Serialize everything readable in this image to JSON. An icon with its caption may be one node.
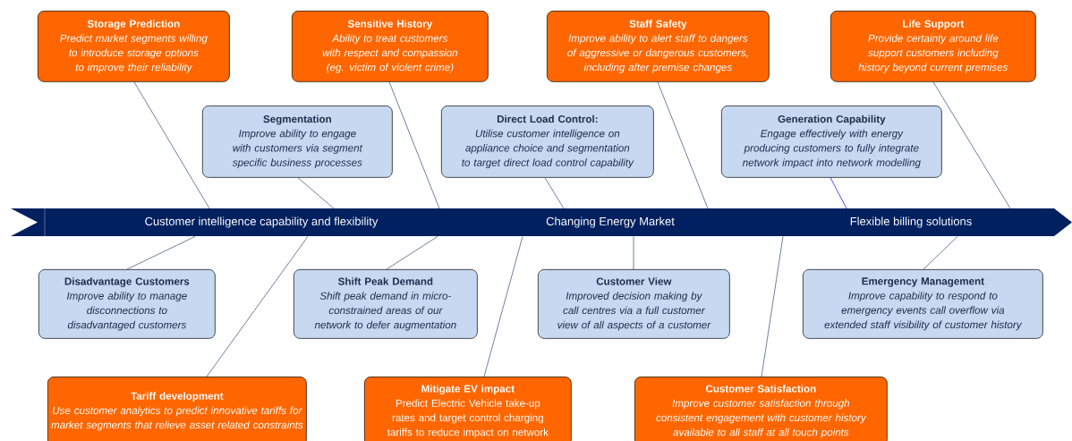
{
  "diagram": {
    "nodes": [
      {
        "text": [
          "Customer intelligence capability and flexibility",
          "Changing Energy Market",
          "Flexible billing solutions"
        ]
      },
      {
        "text": [
          "Storage Prediction",
          "Predict market segments willing to introduce storage options to improve their reliability"
        ]
      },
      {
        "text": [
          "Sensitive History",
          "Ability to treat customers with respect and compassion (eg. victim of violent crime)"
        ]
      },
      {
        "text": [
          "Staff Safety",
          "Improve ability to alert staff to dangers of aggressive or dangerous customers, including after premise changes"
        ]
      },
      {
        "text": [
          "Life Support",
          "Provide certainty around life support customers including history beyond current premises"
        ]
      },
      {
        "text": [
          "Segmentation",
          "Improve ability to engage with customers via segment specific business processes"
        ]
      },
      {
        "text": [
          "Direct Load Control:",
          "Utilise customer intelligence on appliance choice and segmentation to target direct load control capability"
        ]
      },
      {
        "text": [
          "Generation Capability",
          "Engage effectively with energy producing customers to fully integrate network impact into network modelling"
        ]
      },
      {
        "text": [
          "Disadvantage Customers",
          "Improve ability to manage disconnections to disadvantaged customers"
        ]
      },
      {
        "text": [
          "Shift Peak Demand",
          "Shift peak demand in micro-constrained areas of our network to defer augmentation"
        ]
      },
      {
        "text": [
          "Customer View",
          "Improved decision making by call centres via a full customer view of all aspects of a customer"
        ]
      },
      {
        "text": [
          "Emergency Management",
          "Improve capability to respond to emergency events call overflow via extended staff visibility of customer history"
        ]
      },
      {
        "text": [
          "Tariff development",
          "Use customer analytics to predict innovative tariffs for market segments that relieve asset related constraints"
        ]
      },
      {
        "text": [
          "Mitigate EV impact",
          "Predict Electric Vehicle take-up rates and target control charging tariffs to reduce impact on network"
        ]
      },
      {
        "text": [
          "Customer Satisfaction",
          "Improve customer satisfaction through consistent engagement with customer history available to all staff at all touch points"
        ]
      }
    ],
    "edges": [
      {
        "from": 1,
        "to": 0,
        "arrow": "none"
      },
      {
        "from": 2,
        "to": 0,
        "arrow": "none"
      },
      {
        "from": 3,
        "to": 0,
        "arrow": "none"
      },
      {
        "from": 4,
        "to": 0,
        "arrow": "none"
      },
      {
        "from": 5,
        "to": 0,
        "arrow": "none"
      },
      {
        "from": 6,
        "to": 0,
        "arrow": "none"
      },
      {
        "from": 7,
        "to": 0,
        "arrow": "none",
        "color": "#0000ff"
      },
      {
        "from": 8,
        "to": 0,
        "arrow": "none"
      },
      {
        "from": 9,
        "to": 0,
        "arrow": "none"
      },
      {
        "from": 10,
        "to": 0,
        "arrow": "none"
      },
      {
        "from": 11,
        "to": 0,
        "arrow": "none"
      },
      {
        "from": 12,
        "to": 0,
        "arrow": "none"
      },
      {
        "from": 13,
        "to": 0,
        "arrow": "none"
      },
      {
        "from": 14,
        "to": 0,
        "arrow": "none"
      }
    ]
  }
}
